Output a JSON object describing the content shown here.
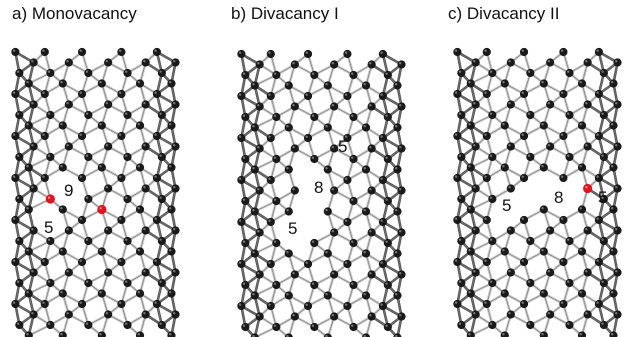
{
  "panels": [
    {
      "id": "monovacancy",
      "title": "a) Monovacancy",
      "ring_labels": [
        "9",
        "5"
      ]
    },
    {
      "id": "divacancy-1",
      "title": "b) Divacancy I",
      "ring_labels": [
        "5",
        "8",
        "5"
      ]
    },
    {
      "id": "divacancy-2",
      "title": "c) Divacancy II",
      "ring_labels": [
        "5",
        "8",
        "5"
      ]
    }
  ],
  "colors": {
    "atom": "#1a1a1a",
    "defect_atom": "#e0141e",
    "bond_light": "#c8c8c8",
    "bond_dark": "#5a5a5a",
    "text": "#111111"
  }
}
